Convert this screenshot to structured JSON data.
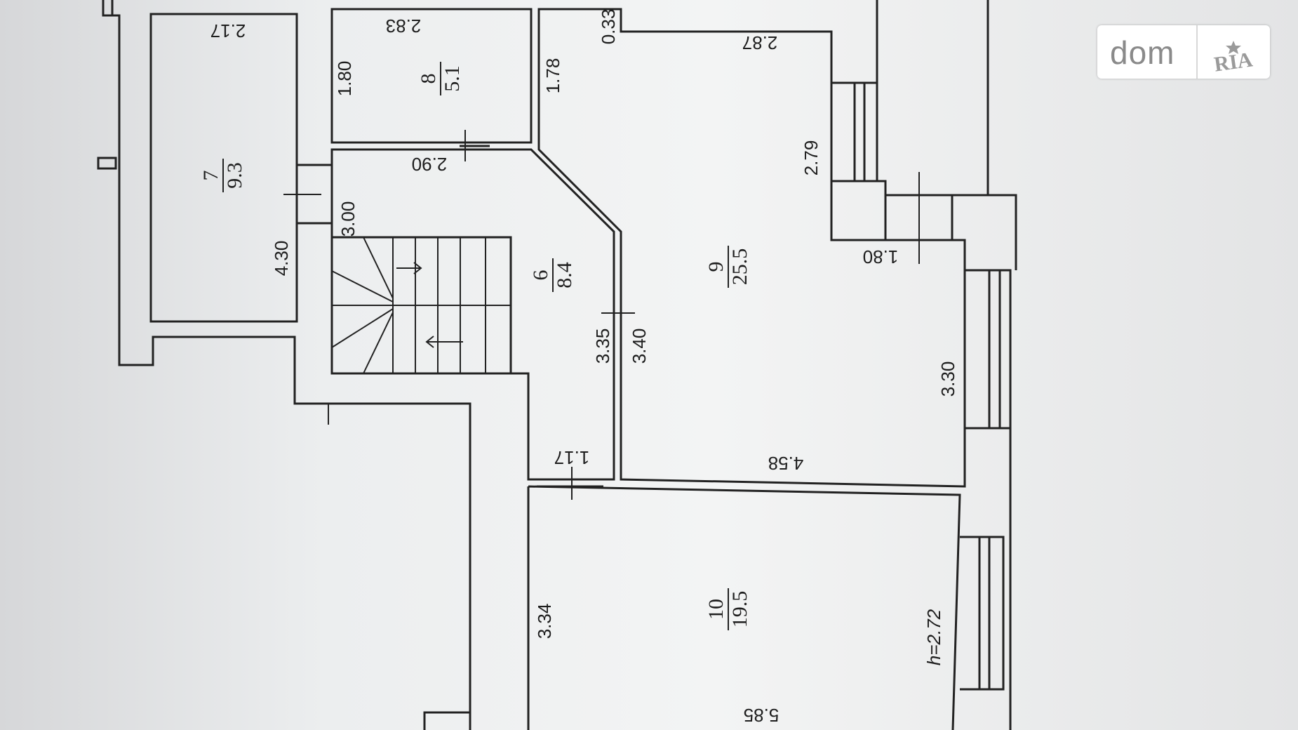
{
  "rooms": [
    {
      "number": "7",
      "area": "9.3"
    },
    {
      "number": "8",
      "area": "5.1"
    },
    {
      "number": "6",
      "area": "8.4"
    },
    {
      "number": "9",
      "area": "25.5"
    },
    {
      "number": "10",
      "area": "19.5"
    }
  ],
  "dimensions": {
    "r7_width": "2.17",
    "r7_length": "4.30",
    "r8_width": "2.83",
    "r8_height": "1.80",
    "r6_top": "2.90",
    "r6_side": "3.00",
    "r6_length": "3.35",
    "r6_bottom": "1.17",
    "r9_length": "3.40",
    "r9_top_width": "2.87",
    "r9_nook": "0.33",
    "r9_left": "1.78",
    "r9_right_upper": "2.79",
    "r9_step": "1.80",
    "r9_right_lower": "3.30",
    "r9_bottom": "4.58",
    "r10_length": "3.34",
    "r10_bottom": "5.85"
  },
  "ceiling_height": "h=2.72",
  "watermark": {
    "left": "dom",
    "right": "RIA"
  },
  "colors": {
    "line": "#222222",
    "background": "#eceeef"
  }
}
